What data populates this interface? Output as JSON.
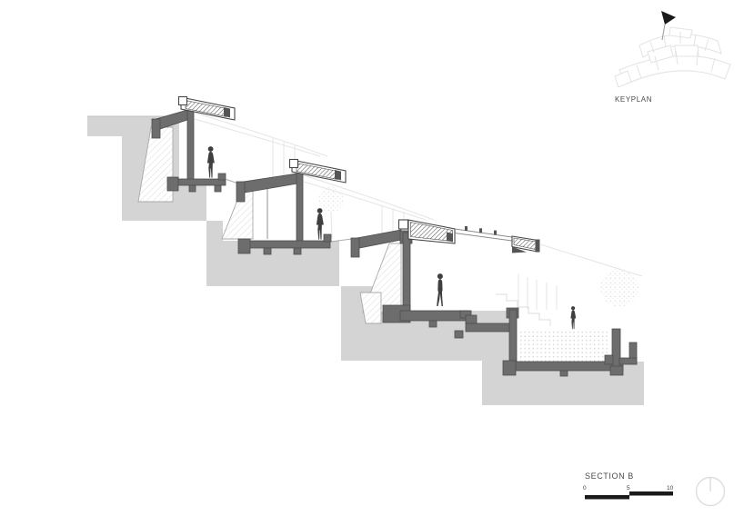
{
  "labels": {
    "keyplan": "KEYPLAN",
    "section": "SECTION B"
  },
  "scalebar": {
    "ticks": [
      "0",
      "5",
      "10"
    ]
  },
  "colors": {
    "terrain": "#d4d4d4",
    "structure": "#6d6d6d",
    "figure": "#3f3f3f",
    "scalebar": "#1a1a1a",
    "flag": "#1a1a1a"
  },
  "figures": [
    "woman",
    "woman",
    "man",
    "woman"
  ]
}
